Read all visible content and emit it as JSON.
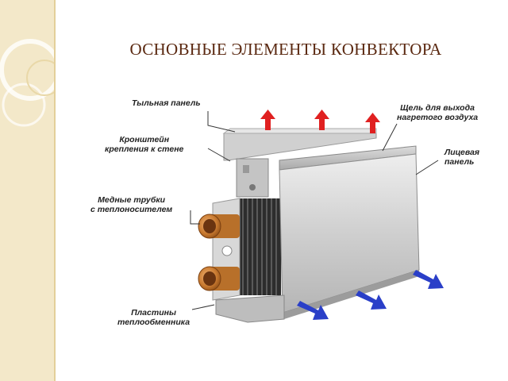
{
  "title": "ОСНОВНЫЕ ЭЛЕМЕНТЫ КОНВЕКТОРА",
  "labels": {
    "rear_panel": "Тыльная панель",
    "bracket_line1": "Кронштейн",
    "bracket_line2": "крепления к стене",
    "copper_line1": "Медные трубки",
    "copper_line2": "с теплоносителем",
    "plates_line1": "Пластины",
    "plates_line2": "теплообменника",
    "slot_line1": "Щель для выхода",
    "slot_line2": "нагретого воздуха",
    "front_line1": "Лицевая",
    "front_line2": "панель"
  },
  "colors": {
    "title": "#5a2810",
    "hot_air_arrow": "#e02020",
    "cold_air_arrow": "#2a3fc8",
    "copper": "#c87a30",
    "left_band": "#f3e8c9"
  }
}
